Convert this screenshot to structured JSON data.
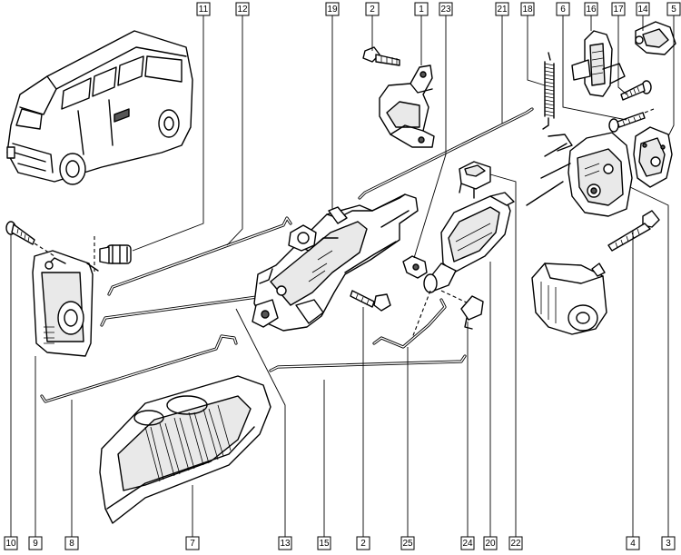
{
  "callouts": {
    "top": [
      "11",
      "12",
      "19",
      "2",
      "1",
      "23",
      "21",
      "18",
      "6",
      "16",
      "17",
      "14",
      "5"
    ],
    "bottom": [
      "10",
      "9",
      "8",
      "7",
      "13",
      "15",
      "2",
      "25",
      "24",
      "20",
      "22",
      "4",
      "3"
    ]
  }
}
